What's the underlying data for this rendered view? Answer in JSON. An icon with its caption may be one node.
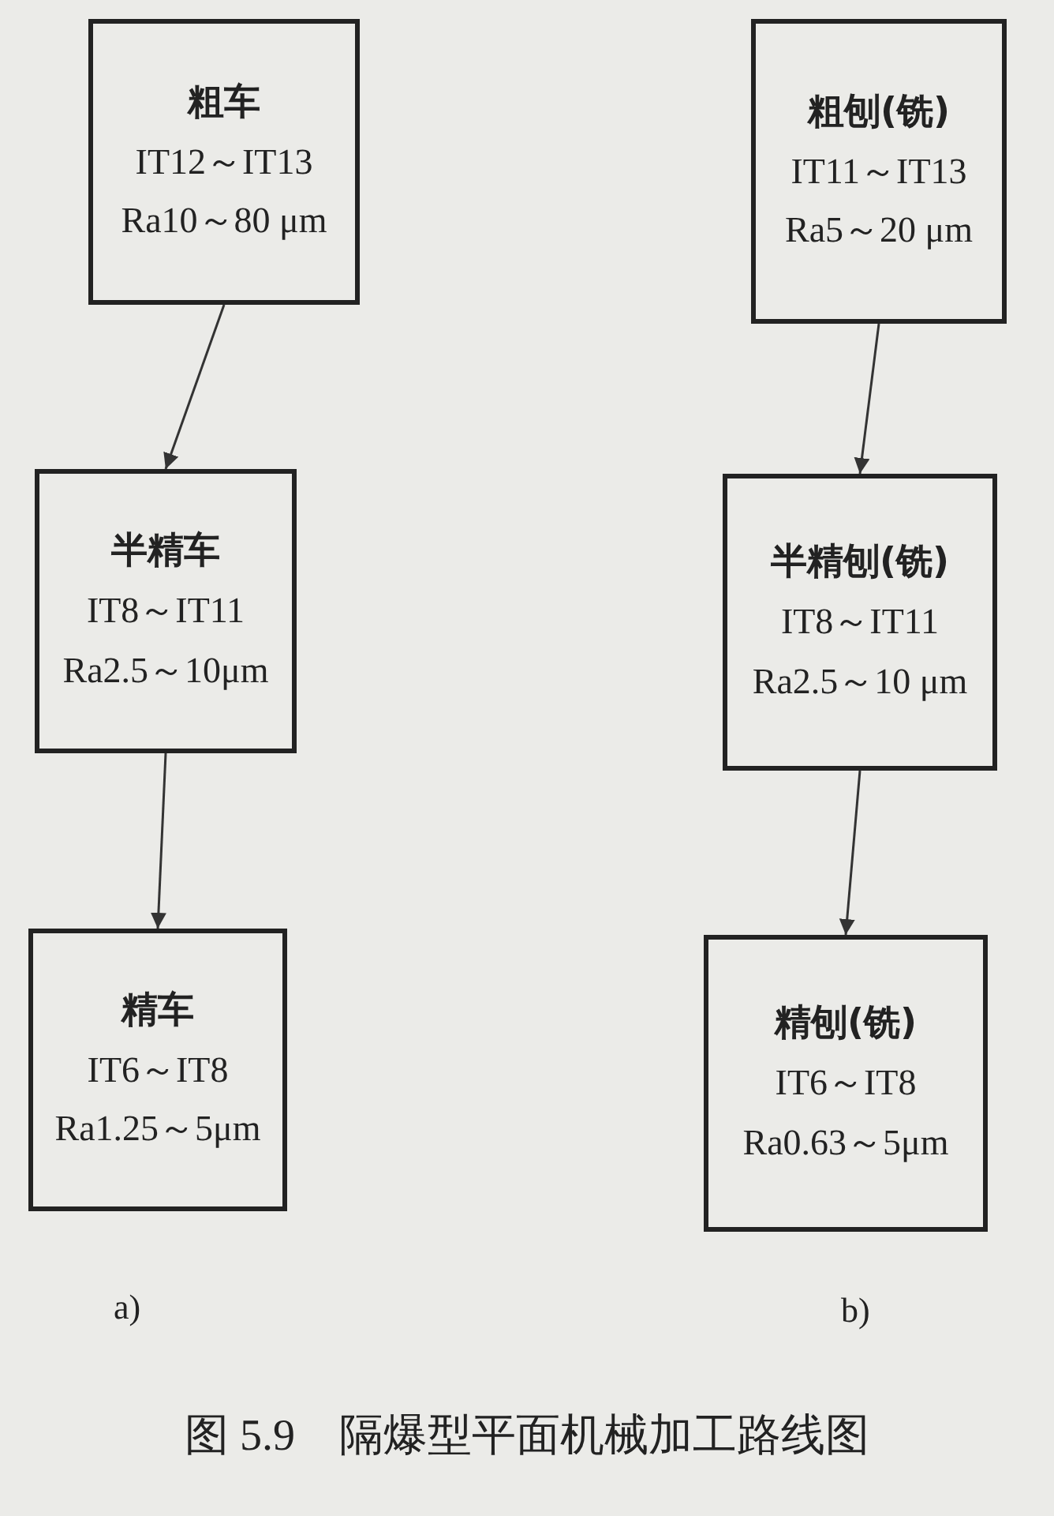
{
  "diagram": {
    "caption": "图 5.9　隔爆型平面机械加工路线图",
    "nodes": [
      {
        "text": [
          "粗车",
          "IT12～IT13",
          "Ra10～80 μm"
        ]
      },
      {
        "text": [
          "半精车",
          "IT8～IT11",
          "Ra2.5～10μm"
        ]
      },
      {
        "text": [
          "精车",
          "IT6～IT8",
          "Ra1.25～5μm"
        ]
      },
      {
        "text": [
          "粗刨(铣)",
          "IT11～IT13",
          "Ra5～20 μm"
        ]
      },
      {
        "text": [
          "半精刨(铣)",
          "IT8～IT11",
          "Ra2.5～10 μm"
        ]
      },
      {
        "text": [
          "精刨(铣)",
          "IT6～IT8",
          "Ra0.63～5μm"
        ]
      }
    ],
    "edges": [
      {
        "from": 0,
        "to": 1,
        "arrow": "to"
      },
      {
        "from": 1,
        "to": 2,
        "arrow": "to"
      },
      {
        "from": 3,
        "to": 4,
        "arrow": "to"
      },
      {
        "from": 4,
        "to": 5,
        "arrow": "to"
      }
    ],
    "labels": [
      "a)",
      "b)"
    ]
  }
}
